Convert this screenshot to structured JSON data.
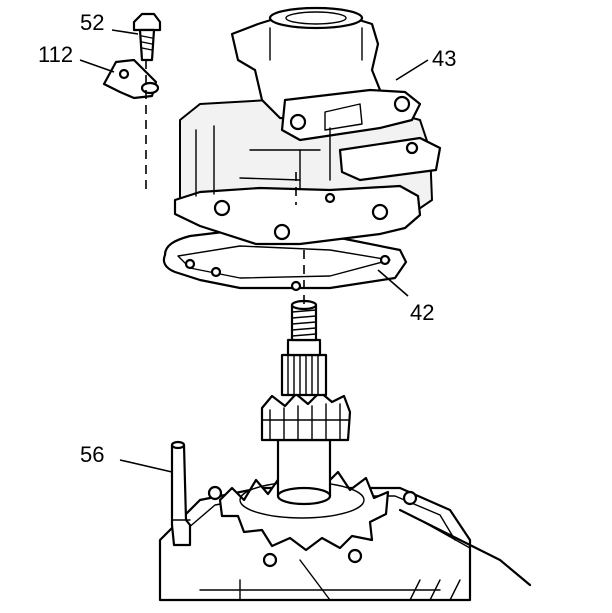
{
  "callouts": {
    "bolt": "52",
    "bracket": "112",
    "housing": "43",
    "gasket": "42",
    "dowel": "56"
  }
}
